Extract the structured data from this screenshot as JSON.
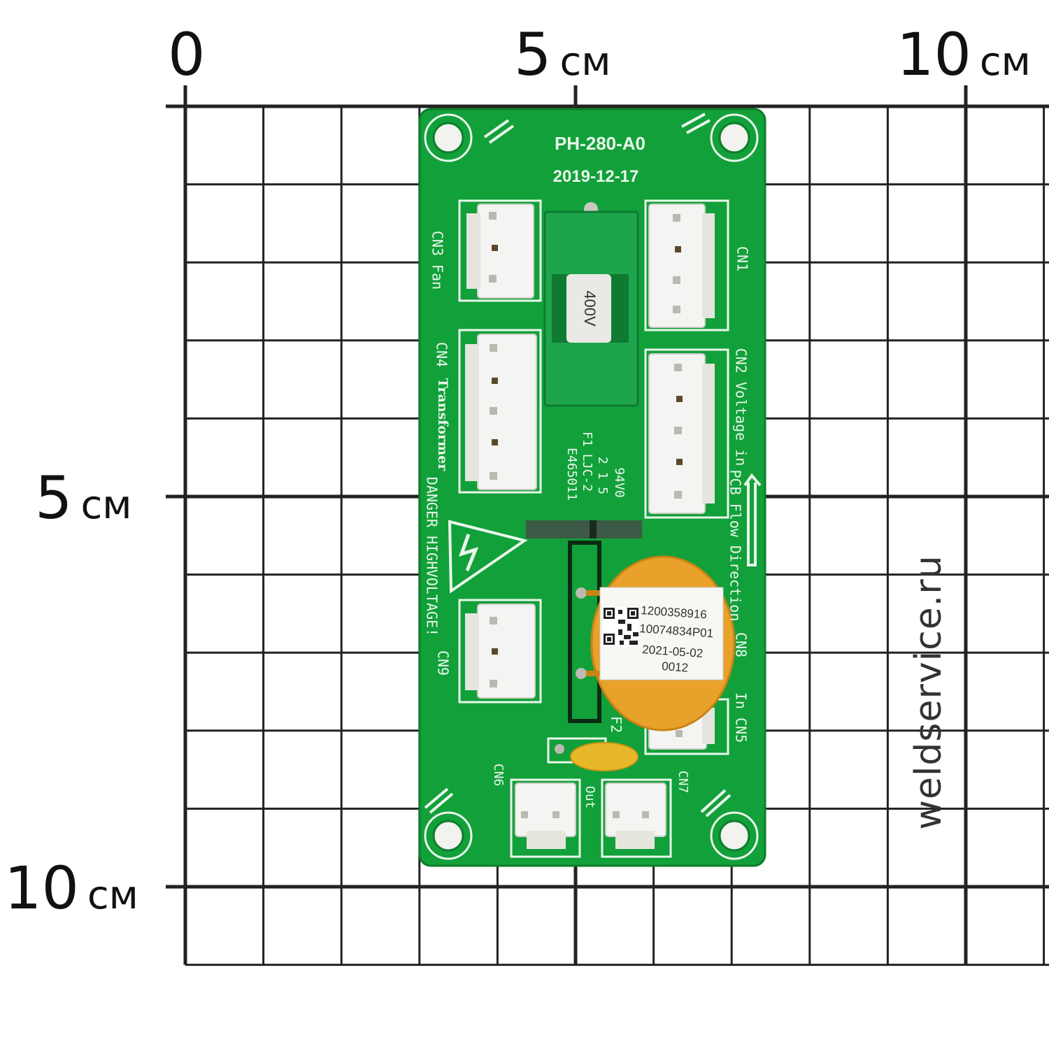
{
  "scale": {
    "top": {
      "zero": "0",
      "five": "5",
      "ten": "10",
      "unit": "см"
    },
    "left": {
      "five": "5",
      "ten": "10",
      "unit": "см"
    }
  },
  "watermark": "weldservice.ru",
  "board": {
    "model": "PH-280-A0",
    "date": "2019-12-17",
    "connectors": {
      "cn1": "CN1",
      "cn2": "CN2 Voltage in",
      "cn3": "CN3 Fan",
      "cn4": "CN4",
      "cn4_sub": "Transformer",
      "cn5": "In CN5",
      "cn6": "CN6",
      "cn7": "CN7",
      "cn8": "CN8",
      "cn9": "CN9",
      "out": "Out"
    },
    "flow": "PCB Flow Direction",
    "danger_line1": "DANGER HIGH",
    "danger_line2": "VOLTAGE!",
    "fuse": {
      "label": "F1",
      "rating": "400V",
      "cert": "E465011",
      "code": "LJC-2",
      "num": "2 1 5",
      "grade": "94V0"
    },
    "f2": "F2",
    "sticker": {
      "line1": "1200358916",
      "line2": "10074834P01",
      "line3": "2021-05-02",
      "line4": "0012"
    }
  },
  "colors": {
    "pcb": "#11a23a",
    "silk": "#e9f7ea",
    "fuse_holder": "#1ea54b",
    "varistor": "#e8a12a",
    "connector": "#f4f4f2"
  }
}
